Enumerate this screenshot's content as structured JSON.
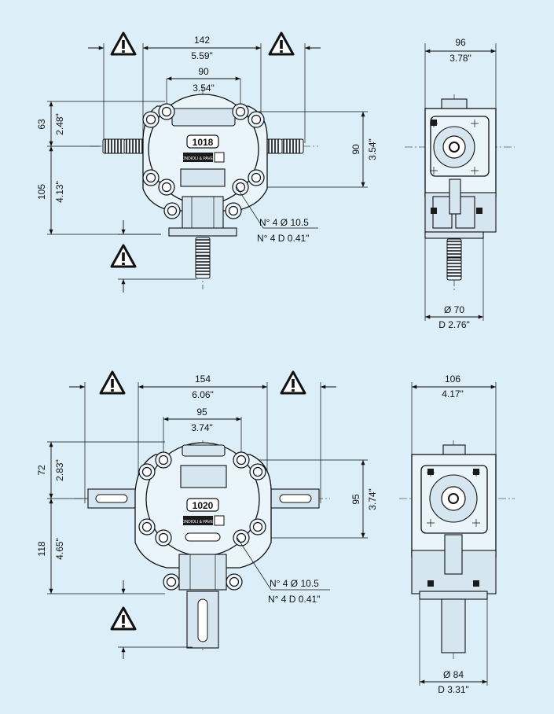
{
  "unit_1": {
    "model_label": "1018",
    "brand_plate": "BONDIOLI & PAVESI",
    "width_mm": "142",
    "width_in": "5.59\"",
    "bolt_span_mm": "90",
    "bolt_span_in": "3.54\"",
    "upper_height_mm": "63",
    "upper_height_in": "2.48\"",
    "lower_height_mm": "105",
    "lower_height_in": "4.13\"",
    "vertical_bolt_mm": "90",
    "vertical_bolt_in": "3.54\"",
    "holes_mm": "N° 4 Ø 10.5",
    "holes_in": "N° 4 D 0.41\"",
    "side_width_mm": "96",
    "side_width_in": "3.78\"",
    "flange_dia_mm": "Ø 70",
    "flange_dia_in": "D 2.76\""
  },
  "unit_2": {
    "model_label": "1020",
    "brand_plate": "BONDIOLI & PAVESI",
    "width_mm": "154",
    "width_in": "6.06\"",
    "bolt_span_mm": "95",
    "bolt_span_in": "3.74\"",
    "upper_height_mm": "72",
    "upper_height_in": "2.83\"",
    "lower_height_mm": "118",
    "lower_height_in": "4.65\"",
    "vertical_bolt_mm": "95",
    "vertical_bolt_in": "3.74\"",
    "holes_mm": "N° 4 Ø 10.5",
    "holes_in": "N° 4 D 0.41\"",
    "side_width_mm": "106",
    "side_width_in": "4.17\"",
    "flange_dia_mm": "Ø 84",
    "flange_dia_in": "D 3.31\""
  },
  "icons": {
    "warning": "warning-triangle-icon"
  }
}
